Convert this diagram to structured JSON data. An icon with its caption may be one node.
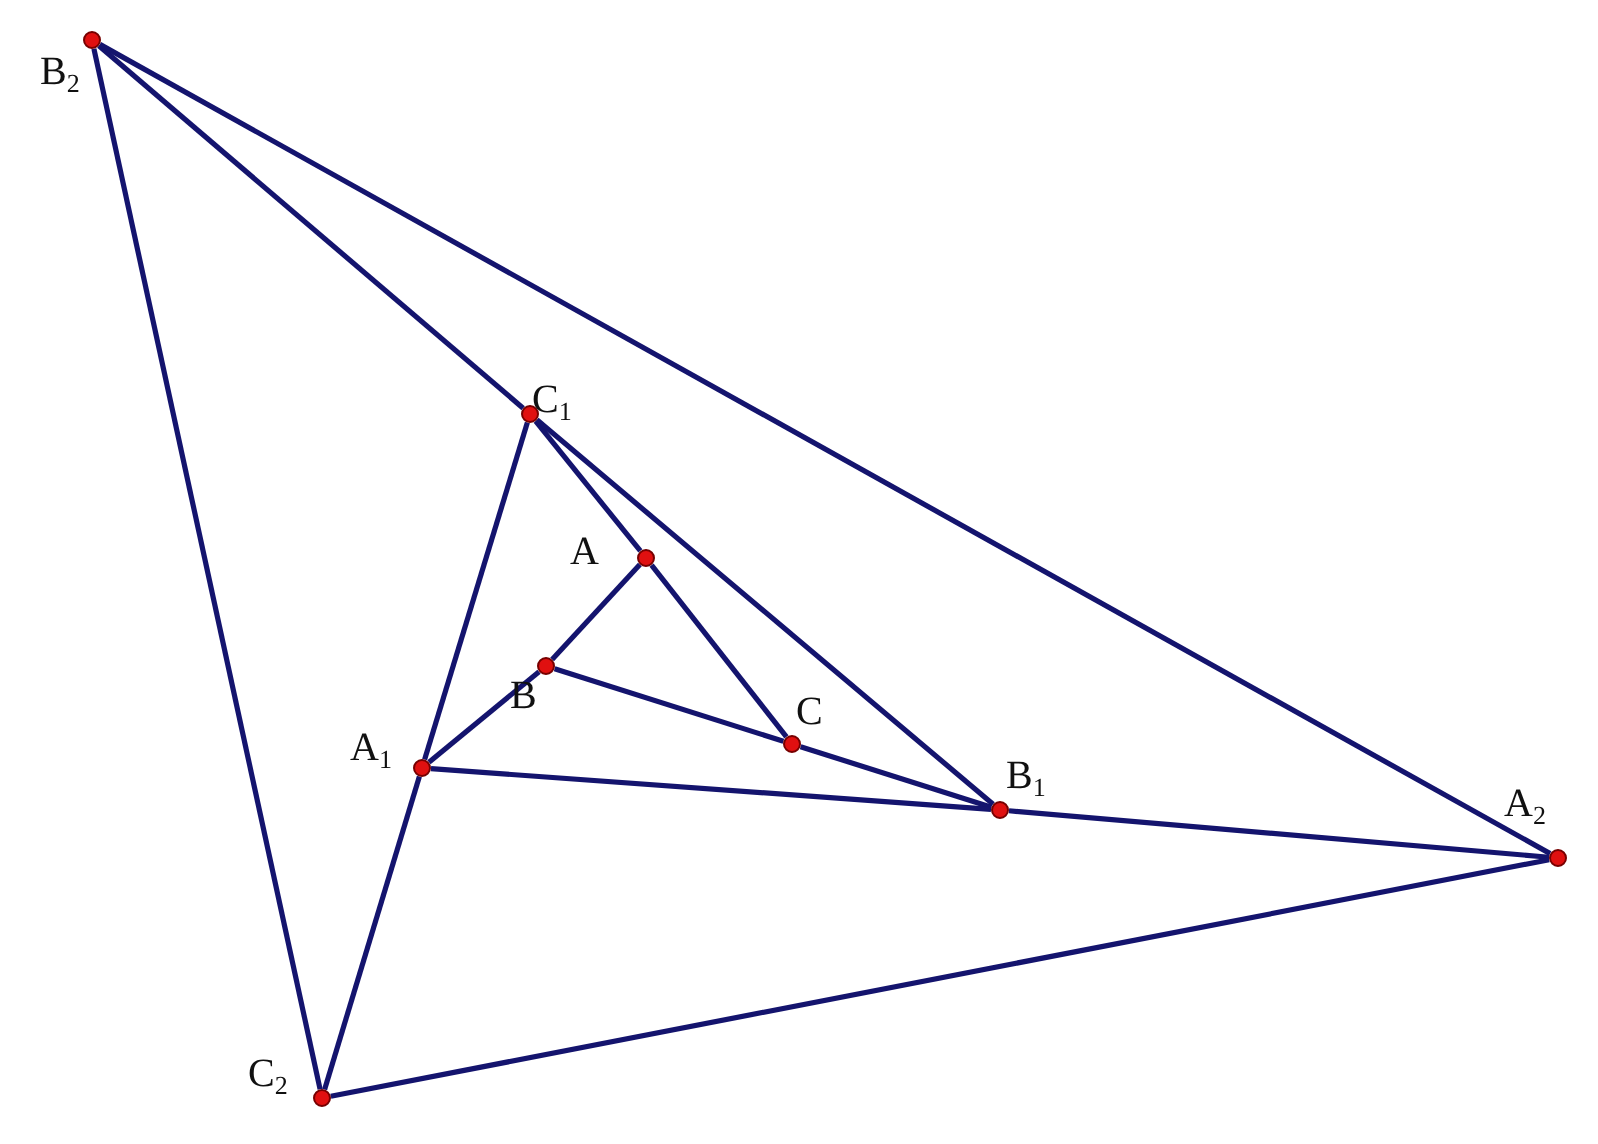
{
  "diagram": {
    "nodes": [
      {
        "text": [],
        "shape": "circle",
        "beside": [
          "B$_{2}$"
        ]
      },
      {
        "text": [],
        "shape": "circle",
        "beside": [
          "C$_{1}$"
        ]
      },
      {
        "text": [],
        "shape": "circle",
        "beside": [
          "A"
        ]
      },
      {
        "text": [],
        "shape": "circle",
        "beside": [
          "B"
        ]
      },
      {
        "text": [],
        "shape": "circle",
        "beside": [
          "C"
        ]
      },
      {
        "text": [],
        "shape": "circle",
        "beside": [
          "A$_{1}$"
        ]
      },
      {
        "text": [],
        "shape": "circle",
        "beside": [
          "B$_{1}$"
        ]
      },
      {
        "text": [],
        "shape": "circle",
        "beside": [
          "A$_{2}$"
        ]
      },
      {
        "text": [],
        "shape": "circle",
        "beside": [
          "C$_{2}$"
        ]
      }
    ],
    "edges": [
      {
        "from": 2,
        "to": 3,
        "arrow": "none"
      },
      {
        "from": 3,
        "to": 5,
        "arrow": "none"
      },
      {
        "from": 3,
        "to": 4,
        "arrow": "none"
      },
      {
        "from": 4,
        "to": 6,
        "arrow": "none"
      },
      {
        "from": 4,
        "to": 2,
        "arrow": "none"
      },
      {
        "from": 2,
        "to": 1,
        "arrow": "none"
      },
      {
        "from": 1,
        "to": 5,
        "arrow": "none"
      },
      {
        "from": 5,
        "to": 8,
        "arrow": "none"
      },
      {
        "from": 5,
        "to": 6,
        "arrow": "none"
      },
      {
        "from": 6,
        "to": 7,
        "arrow": "none"
      },
      {
        "from": 6,
        "to": 1,
        "arrow": "none"
      },
      {
        "from": 1,
        "to": 0,
        "arrow": "none"
      },
      {
        "from": 0,
        "to": 7,
        "arrow": "none"
      },
      {
        "from": 0,
        "to": 8,
        "arrow": "none"
      },
      {
        "from": 8,
        "to": 7,
        "arrow": "none"
      }
    ]
  }
}
